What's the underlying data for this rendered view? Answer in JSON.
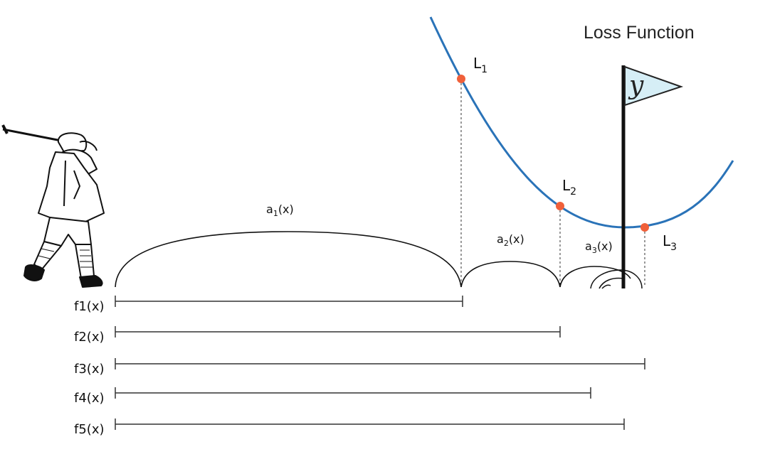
{
  "title": "Loss Function",
  "flag_label": "y",
  "colors": {
    "curve": "#2a73b8",
    "point": "#f0603a",
    "flag": "#d6eef6",
    "ink": "#111111"
  },
  "loss_points": [
    {
      "name": "L",
      "sub": "1"
    },
    {
      "name": "L",
      "sub": "2"
    },
    {
      "name": "L",
      "sub": "3"
    }
  ],
  "arcs": [
    {
      "name": "a",
      "sub": "1",
      "suffix": "(x)"
    },
    {
      "name": "a",
      "sub": "2",
      "suffix": "(x)"
    },
    {
      "name": "a",
      "sub": "3",
      "suffix": "(x)"
    }
  ],
  "lines": [
    {
      "name": "f",
      "sub": "1",
      "suffix": "(x)"
    },
    {
      "name": "f",
      "sub": "2",
      "suffix": "(x)"
    },
    {
      "name": "f",
      "sub": "3",
      "suffix": "(x)"
    },
    {
      "name": "f",
      "sub": "4",
      "suffix": "(x)"
    },
    {
      "name": "f",
      "sub": "5",
      "suffix": "(x)"
    }
  ],
  "golfer_icon": "golfer-illustration",
  "flag_icon": "flag-icon",
  "ball_icon": "golf-ball-icon"
}
